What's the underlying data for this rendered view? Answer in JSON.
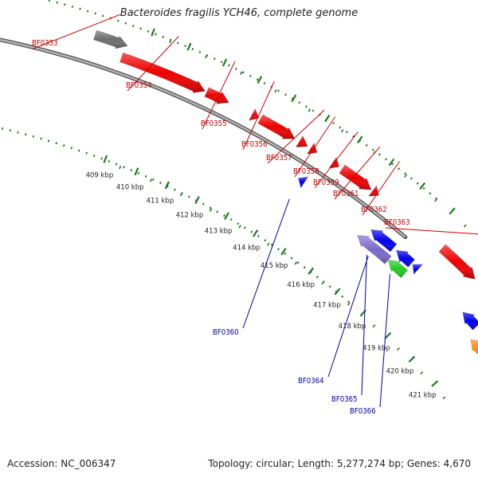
{
  "title": "Bacteroides fragilis YCH46, complete genome",
  "footer": {
    "accession": "Accession: NC_006347",
    "summary": "Topology: circular; Length: 5,277,274 bp; Genes: 4,670"
  },
  "colors": {
    "forward_label": "#cc0000",
    "reverse_label": "#0000aa",
    "tick": "#1f7a1f",
    "backbone": "#8a8a8a"
  },
  "ticks": [
    "409 kbp",
    "410 kbp",
    "411 kbp",
    "412 kbp",
    "413 kbp",
    "414 kbp",
    "415 kbp",
    "416 kbp",
    "417 kbp",
    "418 kbp",
    "419 kbp",
    "420 kbp",
    "421 kbp"
  ],
  "genes": [
    {
      "name": "BF0353",
      "strand": "+",
      "color": "#6e6e6e"
    },
    {
      "name": "BF0354",
      "strand": "+",
      "color": "#ee0000"
    },
    {
      "name": "BF0355",
      "strand": "+",
      "color": "#ee0000"
    },
    {
      "name": "BF0356",
      "strand": "+",
      "color": "#ee0000"
    },
    {
      "name": "BF0357",
      "strand": "+",
      "color": "#ee0000"
    },
    {
      "name": "BF0358",
      "strand": "+",
      "color": "#ee0000"
    },
    {
      "name": "BF0359",
      "strand": "+",
      "color": "#ee0000"
    },
    {
      "name": "BF0361",
      "strand": "+",
      "color": "#ee0000"
    },
    {
      "name": "BF0362",
      "strand": "+",
      "color": "#ee0000"
    },
    {
      "name": "BF0363",
      "strand": "+",
      "color": "#ee0000"
    },
    {
      "name": "BF0360",
      "strand": "-",
      "color": "#0000ee"
    },
    {
      "name": "BF0364",
      "strand": "-",
      "color": "#0000ee"
    },
    {
      "name": "BF0365",
      "strand": "-",
      "color": "#7b68cc"
    },
    {
      "name": "BF0366",
      "strand": "-",
      "color": "#22cc22"
    }
  ]
}
